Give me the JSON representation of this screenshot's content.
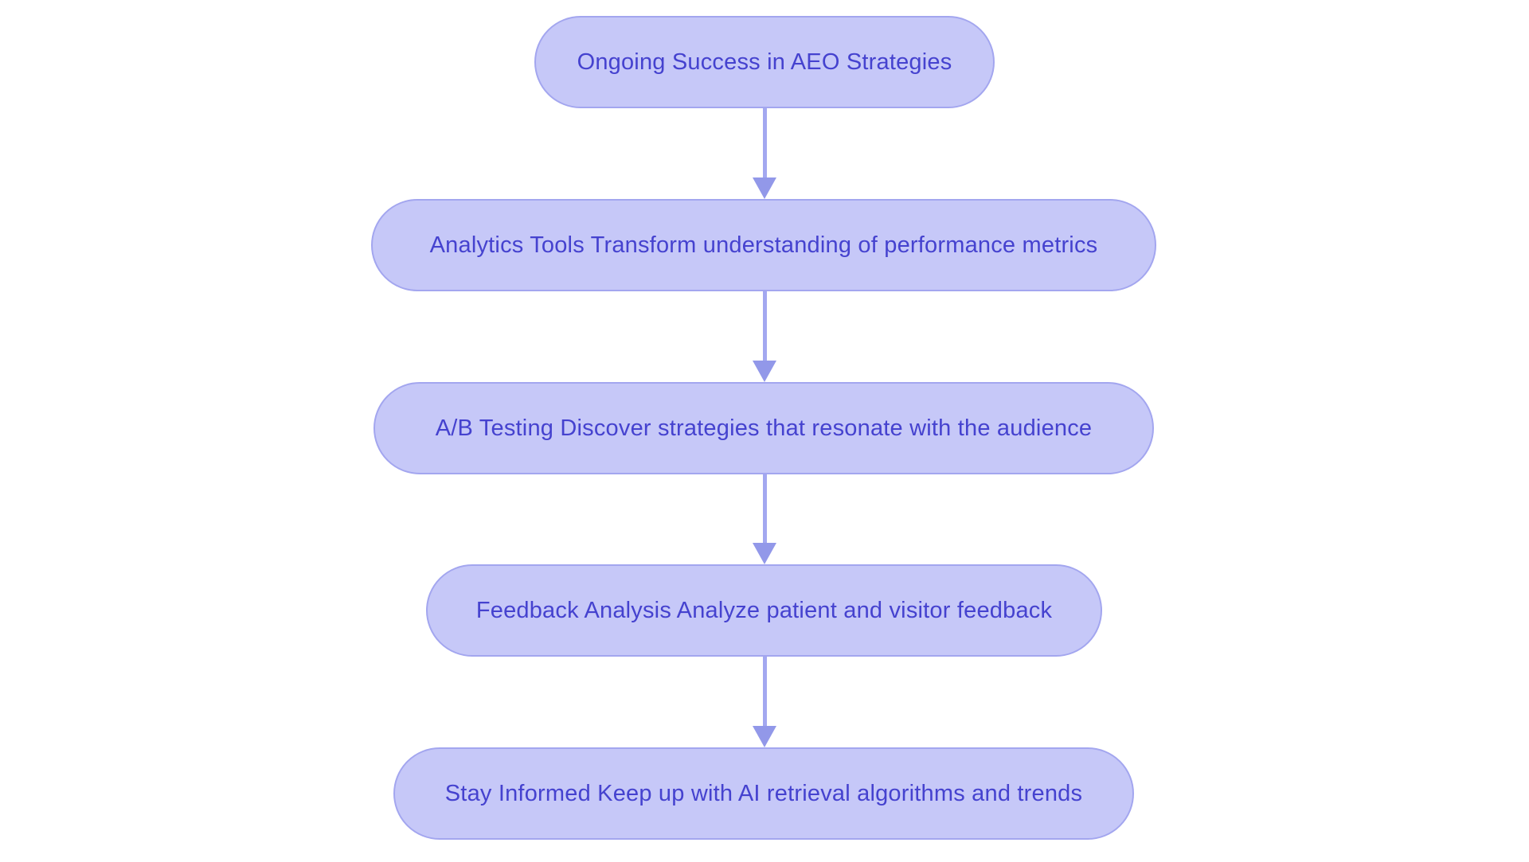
{
  "diagram": {
    "type": "flowchart",
    "direction": "top-down",
    "colors": {
      "background": "#ffffff",
      "node_fill": "#c6c8f8",
      "node_border": "#a3a6ef",
      "text": "#4542cf",
      "arrow_stem": "#a3a8f0",
      "arrow_head": "#9298e9"
    },
    "nodes": [
      {
        "label": "Ongoing Success in AEO Strategies"
      },
      {
        "label": "Analytics Tools Transform understanding of performance metrics"
      },
      {
        "label": "A/B Testing Discover strategies that resonate with the audience"
      },
      {
        "label": "Feedback Analysis Analyze patient and visitor feedback"
      },
      {
        "label": "Stay Informed Keep up with AI retrieval algorithms and trends"
      }
    ],
    "edges": [
      {
        "from": 0,
        "to": 1
      },
      {
        "from": 1,
        "to": 2
      },
      {
        "from": 2,
        "to": 3
      },
      {
        "from": 3,
        "to": 4
      }
    ]
  }
}
